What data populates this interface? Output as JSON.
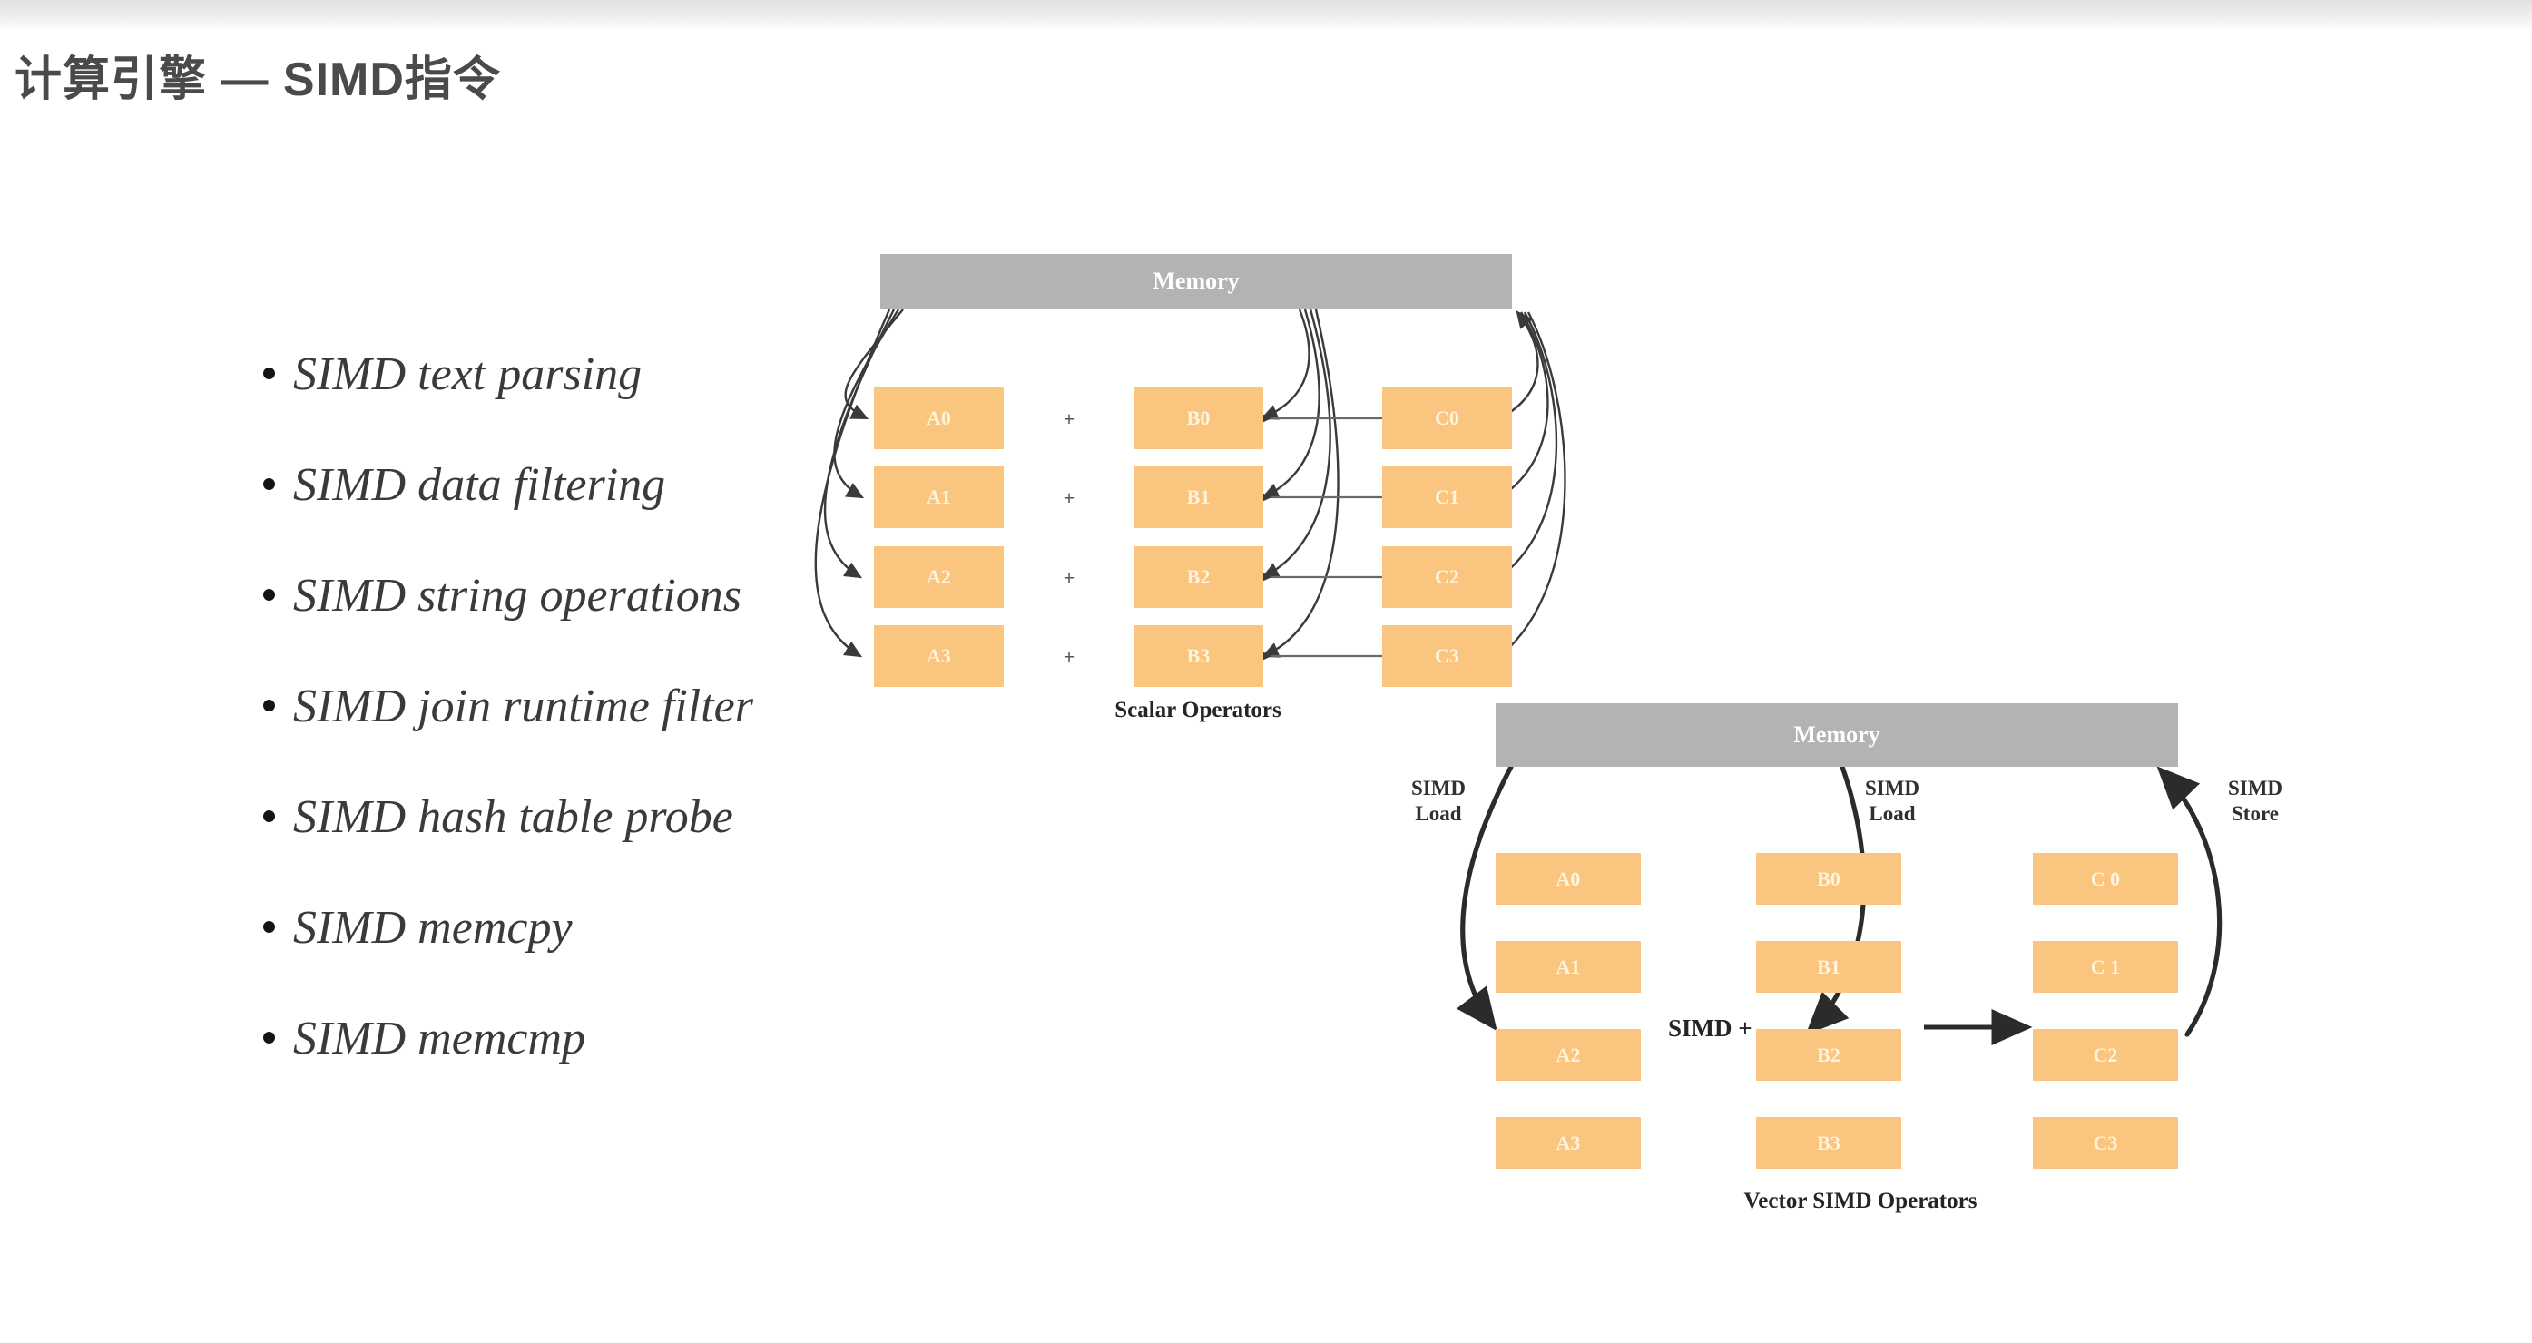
{
  "slide": {
    "title": "计算引擎 — SIMD指令",
    "background_color": "#ffffff"
  },
  "bullets": [
    {
      "text": "SIMD text parsing"
    },
    {
      "text": "SIMD data filtering"
    },
    {
      "text": "SIMD string operations"
    },
    {
      "text": "SIMD join runtime filter"
    },
    {
      "text": "SIMD hash table probe"
    },
    {
      "text": "SIMD memcpy"
    },
    {
      "text": "SIMD memcmp"
    }
  ],
  "colors": {
    "memory_bar": "#b3b3b3",
    "cell": "#fac57e",
    "cell_text": "#fff3dd",
    "title_text": "#4a4a4a",
    "arrow": "#3a3a3a"
  },
  "scalar_diagram": {
    "memory_label": "Memory",
    "caption": "Scalar Operators",
    "operator_symbol": "+",
    "column_a": [
      "A0",
      "A1",
      "A2",
      "A3"
    ],
    "column_b": [
      "B0",
      "B1",
      "B2",
      "B3"
    ],
    "column_c": [
      "C0",
      "C1",
      "C2",
      "C3"
    ]
  },
  "vector_diagram": {
    "memory_label": "Memory",
    "caption": "Vector SIMD Operators",
    "operator_label": "SIMD +",
    "load_label_left": [
      "SIMD",
      "Load"
    ],
    "load_label_middle": [
      "SIMD",
      "Load"
    ],
    "store_label_right": [
      "SIMD",
      "Store"
    ],
    "column_a": [
      "A0",
      "A1",
      "A2",
      "A3"
    ],
    "column_b": [
      "B0",
      "B1",
      "B2",
      "B3"
    ],
    "column_c": [
      "C 0",
      "C 1",
      "C2",
      "C3"
    ]
  }
}
